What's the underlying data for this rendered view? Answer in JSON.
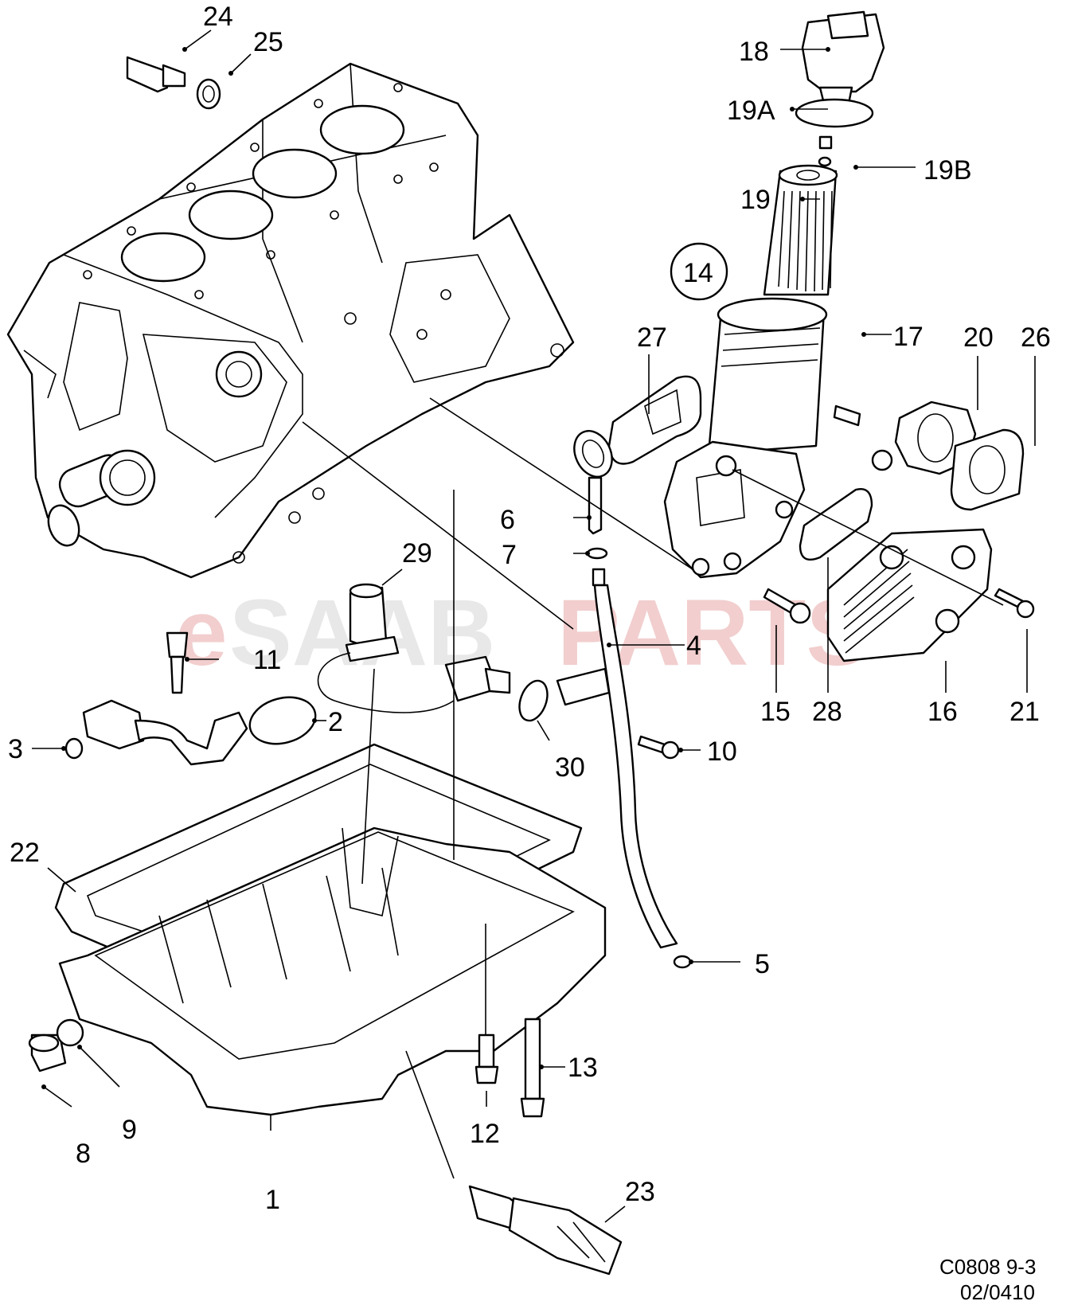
{
  "watermark": {
    "prefix": "e",
    "brand": "SAAB",
    "suffix": "PARTS",
    "color": "#e08a8a",
    "brand_color": "#c9c9c9"
  },
  "drawing_ref": {
    "code": "C0808 9-3",
    "date": "02/0410"
  },
  "callouts": {
    "c1": "1",
    "c2": "2",
    "c3": "3",
    "c4": "4",
    "c5": "5",
    "c6": "6",
    "c7": "7",
    "c8": "8",
    "c9": "9",
    "c10": "10",
    "c11": "11",
    "c12": "12",
    "c13": "13",
    "c14": "14",
    "c15": "15",
    "c16": "16",
    "c17": "17",
    "c18": "18",
    "c19": "19",
    "c19A": "19A",
    "c19B": "19B",
    "c20": "20",
    "c21": "21",
    "c22": "22",
    "c23": "23",
    "c24": "24",
    "c25": "25",
    "c26": "26",
    "c27": "27",
    "c28": "28",
    "c29": "29",
    "c30": "30"
  }
}
